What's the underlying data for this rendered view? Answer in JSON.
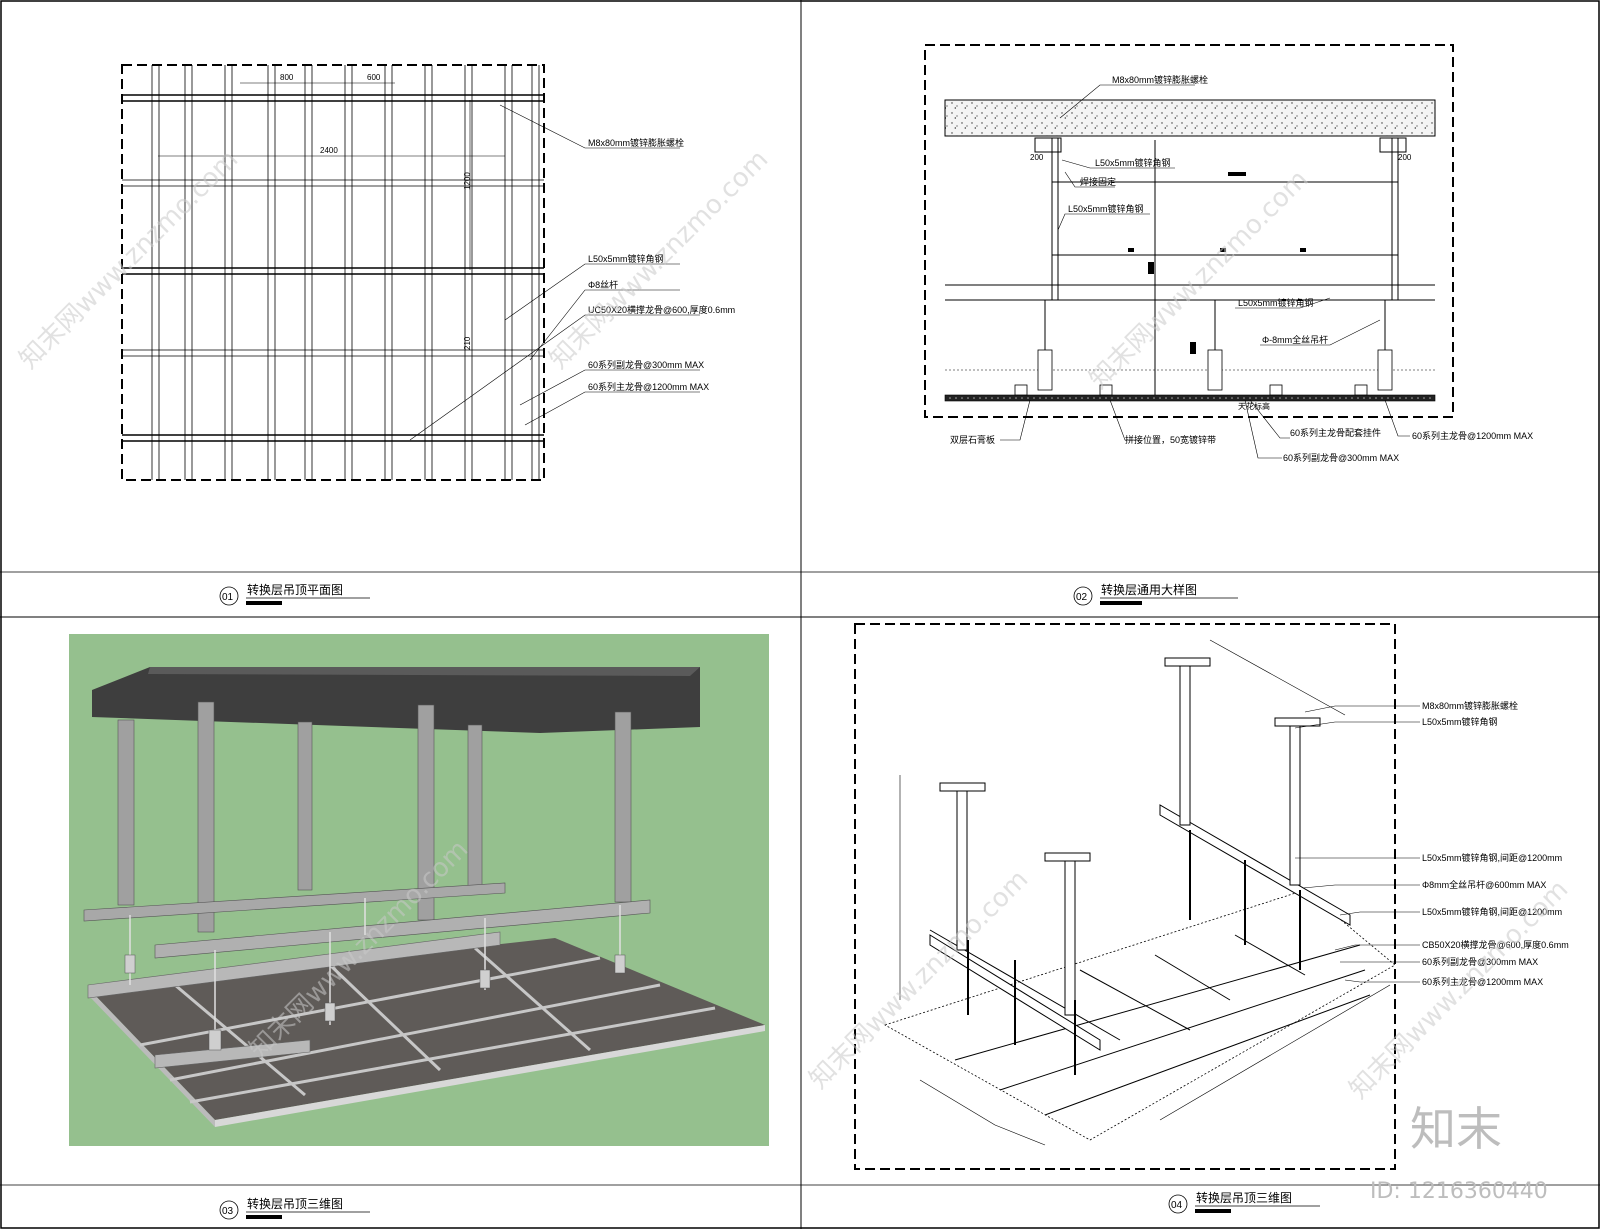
{
  "panels": [
    {
      "number": "01",
      "title": "转换层吊顶平面图"
    },
    {
      "number": "02",
      "title": "转换层通用大样图"
    },
    {
      "number": "03",
      "title": "转换层吊顶三维图"
    },
    {
      "number": "04",
      "title": "转换层吊顶三维图"
    }
  ],
  "plan": {
    "dims": {
      "d1": "800",
      "d2": "600",
      "d3": "2400",
      "d4": "1200",
      "d5": "210"
    },
    "labels": {
      "bolt": "M8x80mm镀锌膨胀螺栓",
      "angle": "L50x5mm镀锌角钢",
      "rod": "Φ8丝杆",
      "uc": "UC50X20横撑龙骨@600,厚度0.6mm",
      "sub": "60系列副龙骨@300mm MAX",
      "main": "60系列主龙骨@1200mm MAX"
    }
  },
  "detail": {
    "dims": {
      "left": "200",
      "right": "200"
    },
    "labels": {
      "bolt": "M8x80mm镀锌膨胀螺栓",
      "angle1": "L50x5mm镀锌角钢",
      "weld": "焊接固定",
      "angle2": "L50x5mm镀锌角钢",
      "angle3": "L50x5mm镀锌角钢",
      "rod": "Φ-8mm全丝吊杆",
      "board": "双层石膏板",
      "seam": "拼接位置，50宽镀锌带",
      "clip": "60系列主龙骨配套挂件",
      "sub": "60系列副龙骨@300mm MAX",
      "main": "60系列主龙骨@1200mm MAX",
      "level": "天花标高"
    }
  },
  "iso": {
    "labels": {
      "bolt": "M8x80mm镀锌膨胀螺栓",
      "angle": "L50x5mm镀锌角钢",
      "angle_spacing": "L50x5mm镀锌角钢,间距@1200mm",
      "rod": "Φ8mm全丝吊杆@600mm MAX",
      "angle_spacing2": "L50x5mm镀锌角钢,间距@1200mm",
      "cb": "CB50X20横撑龙骨@600,厚度0.6mm",
      "sub": "60系列副龙骨@300mm MAX",
      "main": "60系列主龙骨@1200mm MAX"
    }
  },
  "watermark": {
    "text": "知末网www.znzmo.com",
    "brand": "知末",
    "id": "ID: 1216360440"
  },
  "colors": {
    "model_bg": "#95c08e",
    "slab": "#3e3e3e",
    "steel": "#9a9a9a",
    "board": "#5f5b58"
  }
}
